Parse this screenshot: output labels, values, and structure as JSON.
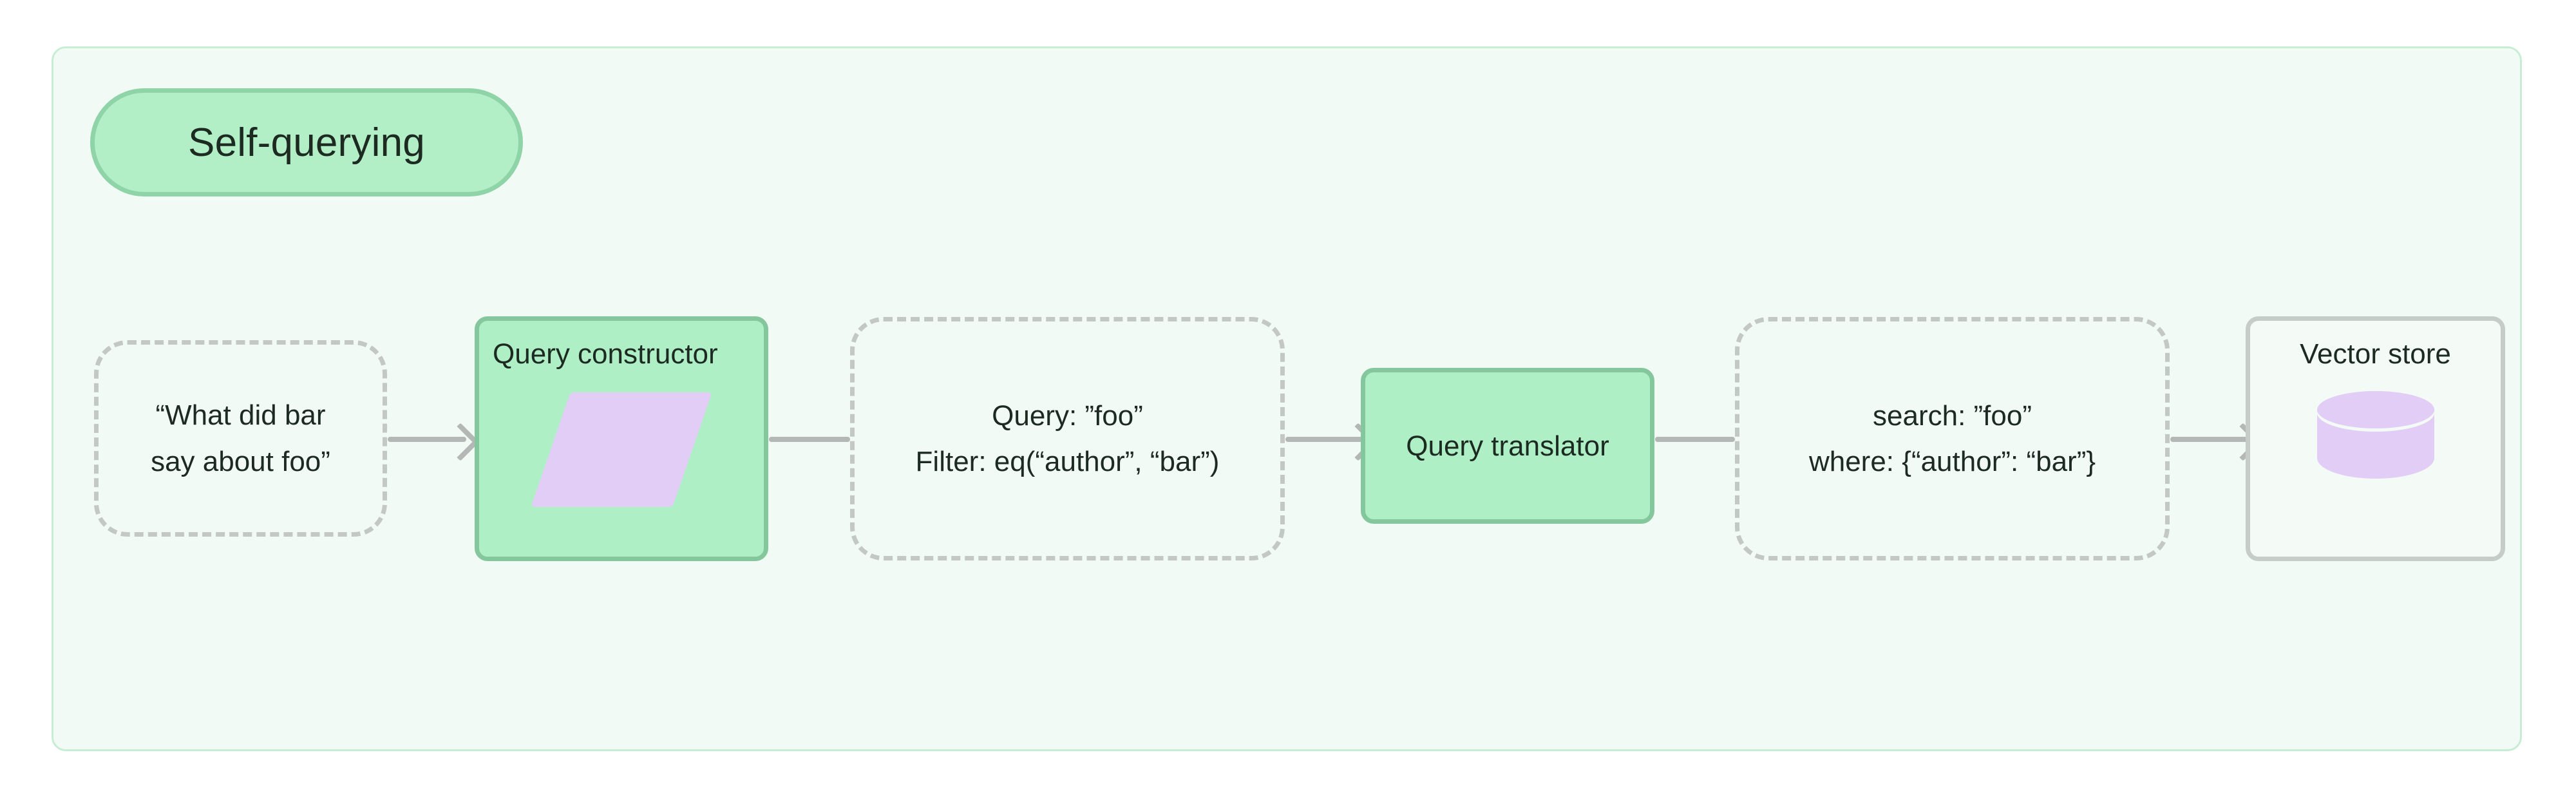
{
  "diagram": {
    "title": "Self-querying",
    "background_color": "#f2faf5",
    "border_color": "#c8edd5",
    "accent_green": "#aeefc6",
    "accent_green_border": "#85c79c",
    "accent_purple": "#e2cdf7",
    "edge_color": "#b3b7b5",
    "dashed_border_color": "#c3c8c5",
    "gray_border_color": "#c6ccc8"
  },
  "nodes": {
    "user_question": {
      "line1": "“What did bar",
      "line2": "say about foo”",
      "shape": "dashed-rounded"
    },
    "query_constructor": {
      "label": "Query constructor",
      "glyph": "parallelogram-icon",
      "shape": "green-box"
    },
    "structured_query": {
      "line1": "Query: ”foo”",
      "line2": "Filter: eq(“author”, “bar”)",
      "shape": "dashed-rounded"
    },
    "query_translator": {
      "label": "Query translator",
      "shape": "green-box"
    },
    "native_query": {
      "line1": "search: ”foo”",
      "line2": "where: {“author”: “bar”}",
      "shape": "dashed-rounded"
    },
    "vector_store": {
      "label": "Vector store",
      "glyph": "database-cylinder-icon",
      "shape": "gray-box"
    }
  },
  "edges": [
    {
      "from": "user_question",
      "to": "query_constructor",
      "arrowhead": true
    },
    {
      "from": "query_constructor",
      "to": "structured_query",
      "arrowhead": false
    },
    {
      "from": "structured_query",
      "to": "query_translator",
      "arrowhead": true
    },
    {
      "from": "query_translator",
      "to": "native_query",
      "arrowhead": false
    },
    {
      "from": "native_query",
      "to": "vector_store",
      "arrowhead": true
    }
  ]
}
